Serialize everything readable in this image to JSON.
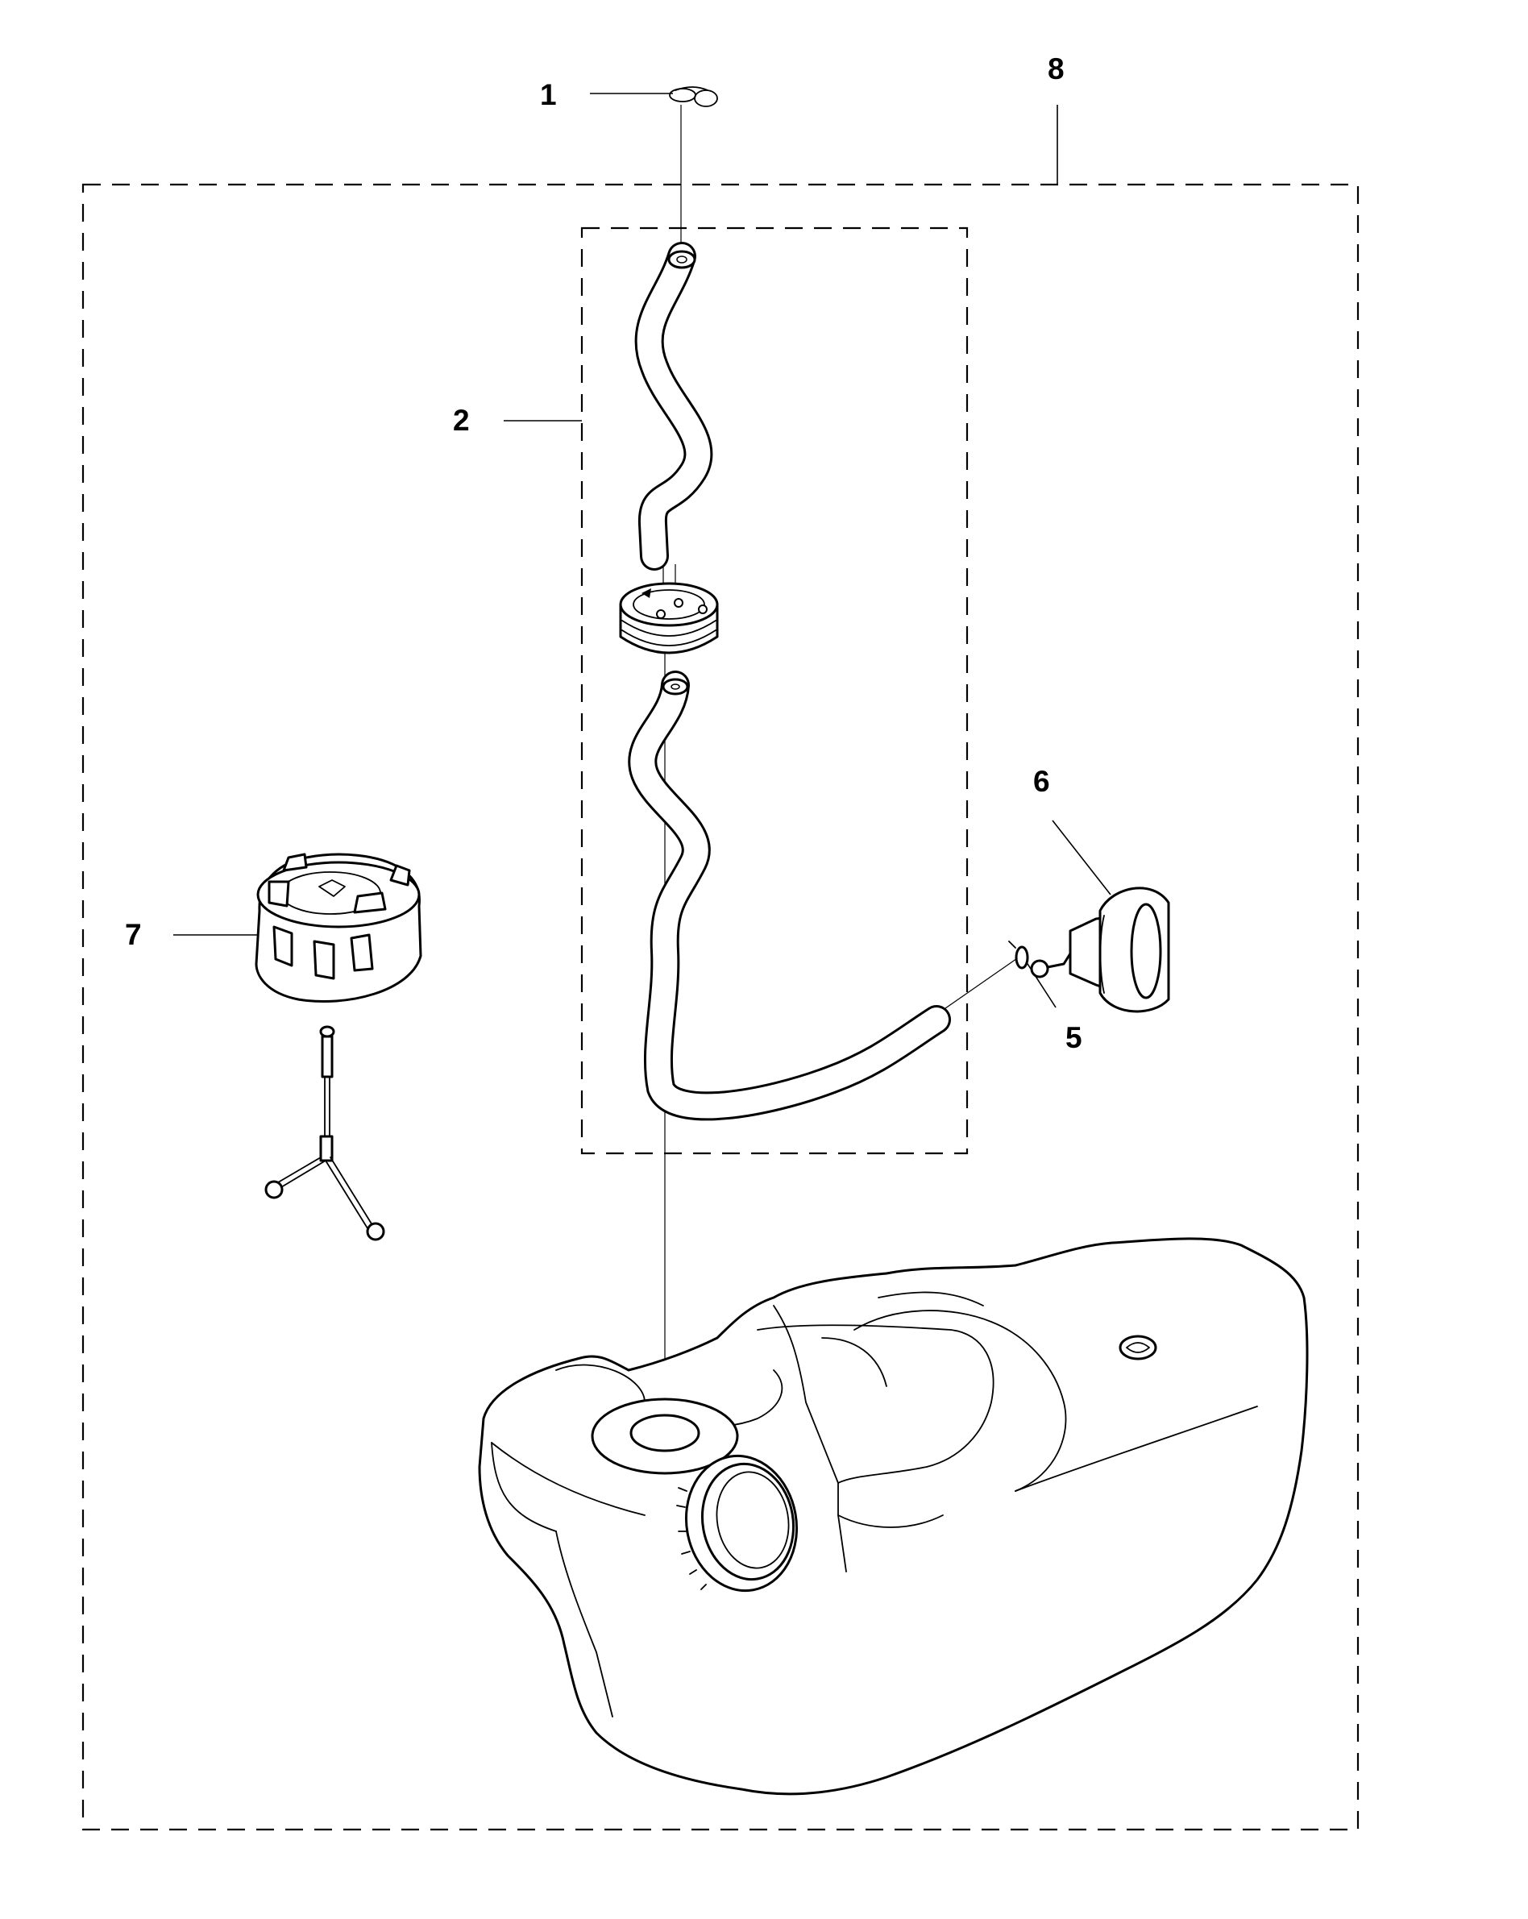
{
  "diagram": {
    "callouts": {
      "c1": "1",
      "c2": "2",
      "c5": "5",
      "c6": "6",
      "c7": "7",
      "c8": "8"
    }
  }
}
